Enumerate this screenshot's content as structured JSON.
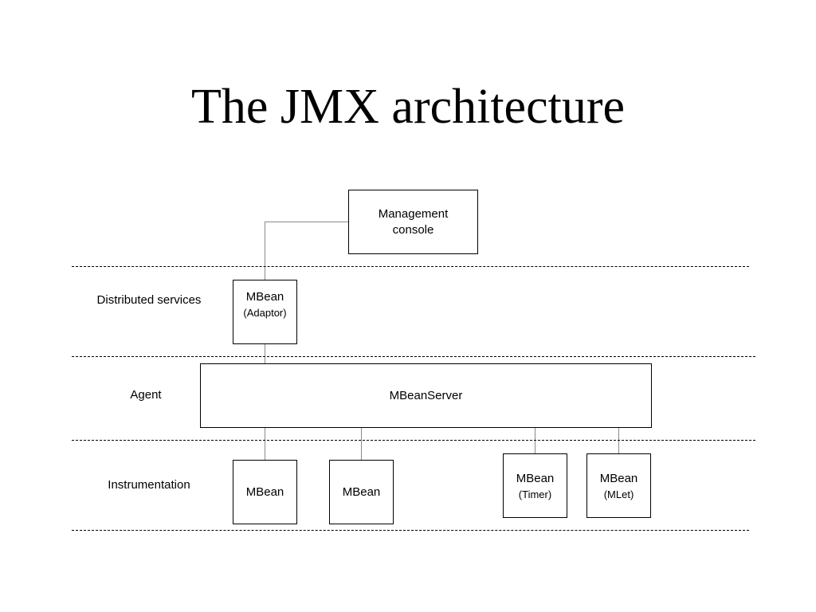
{
  "title": "The JMX architecture",
  "layers": {
    "distributed": "Distributed services",
    "agent": "Agent",
    "instrumentation": "Instrumentation"
  },
  "boxes": {
    "console": {
      "line1": "Management",
      "line2": "console"
    },
    "adaptor": {
      "main": "MBean",
      "sub": "(Adaptor)"
    },
    "server": {
      "main": "MBeanServer"
    },
    "mbean1": {
      "main": "MBean"
    },
    "mbean2": {
      "main": "MBean"
    },
    "timer": {
      "main": "MBean",
      "sub": "(Timer)"
    },
    "mlet": {
      "main": "MBean",
      "sub": "(MLet)"
    }
  }
}
